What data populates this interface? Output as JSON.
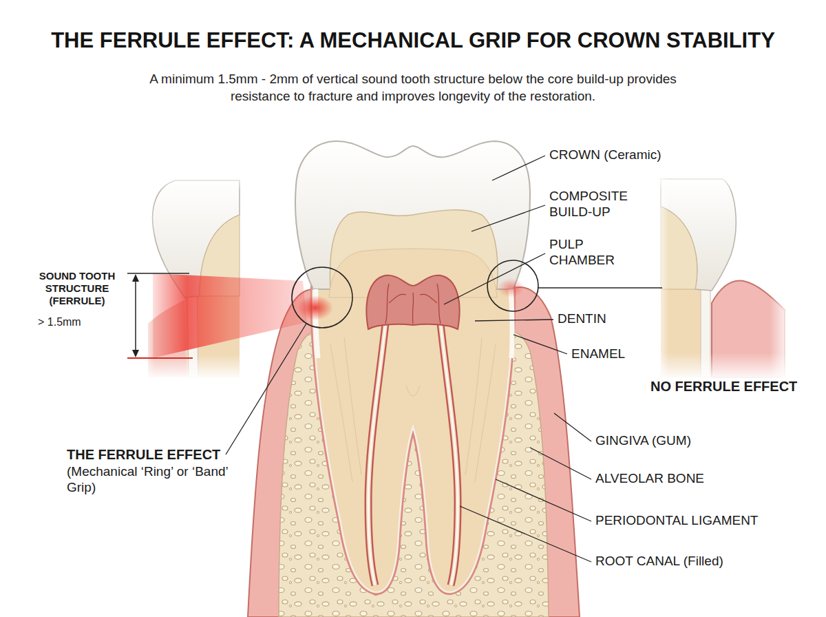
{
  "diagram": {
    "title": "THE FERRULE EFFECT: A MECHANICAL GRIP FOR CROWN STABILITY",
    "caption": "A minimum 1.5mm - 2mm of vertical sound tooth structure below the core build-up provides resistance to fracture and improves longevity of the restoration.",
    "labels": [
      "CROWN (Ceramic)",
      "COMPOSITE BUILD-UP",
      "PULP CHAMBER",
      "DENTIN",
      "ENAMEL",
      "GINGIVA (GUM)",
      "ALVEOLAR BONE",
      "PERIODONTAL LIGAMENT",
      "ROOT CANAL (Filled)",
      "SOUND TOOTH STRUCTURE (FERRULE)",
      "> 1.5mm",
      "THE FERRULE EFFECT",
      "(Mechanical ‘Ring’ or ‘Band’ Grip)",
      "NO FERRULE EFFECT"
    ]
  }
}
